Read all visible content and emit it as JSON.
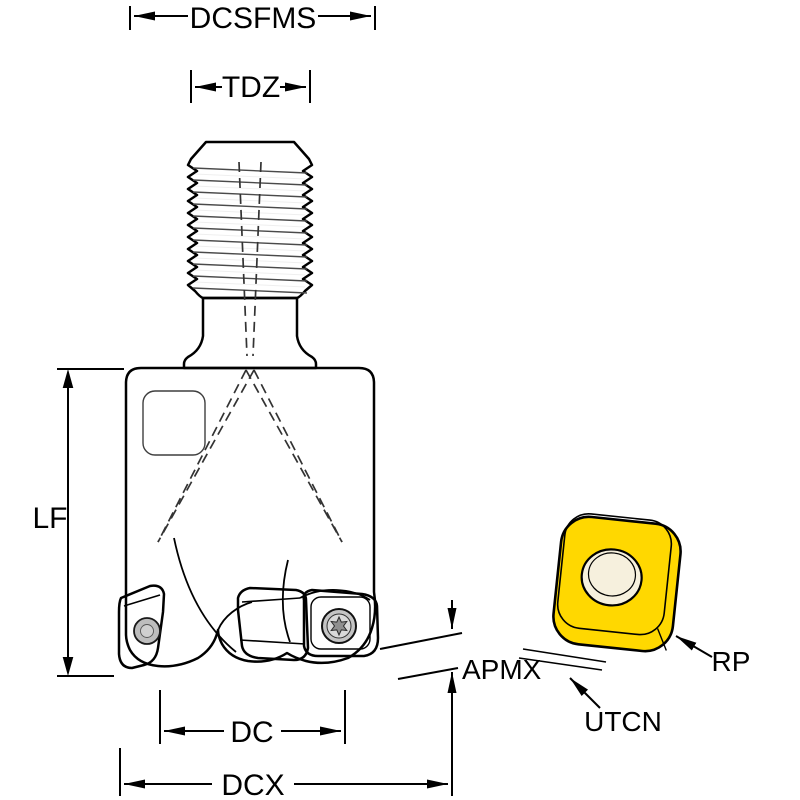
{
  "labels": {
    "dcsfms": "DCSFMS",
    "tdz": "TDZ",
    "lf": "LF",
    "dc": "DC",
    "dcx": "DCX",
    "apmx": "APMX",
    "rp": "RP",
    "utcn": "UTCN"
  },
  "colors": {
    "insert_yellow": "#FFD800",
    "metal_light": "#E8E8E8",
    "metal_dark": "#9E9E9E",
    "hole_cream": "#F6F0DD",
    "outline": "#000000",
    "background": "#FFFFFF"
  }
}
